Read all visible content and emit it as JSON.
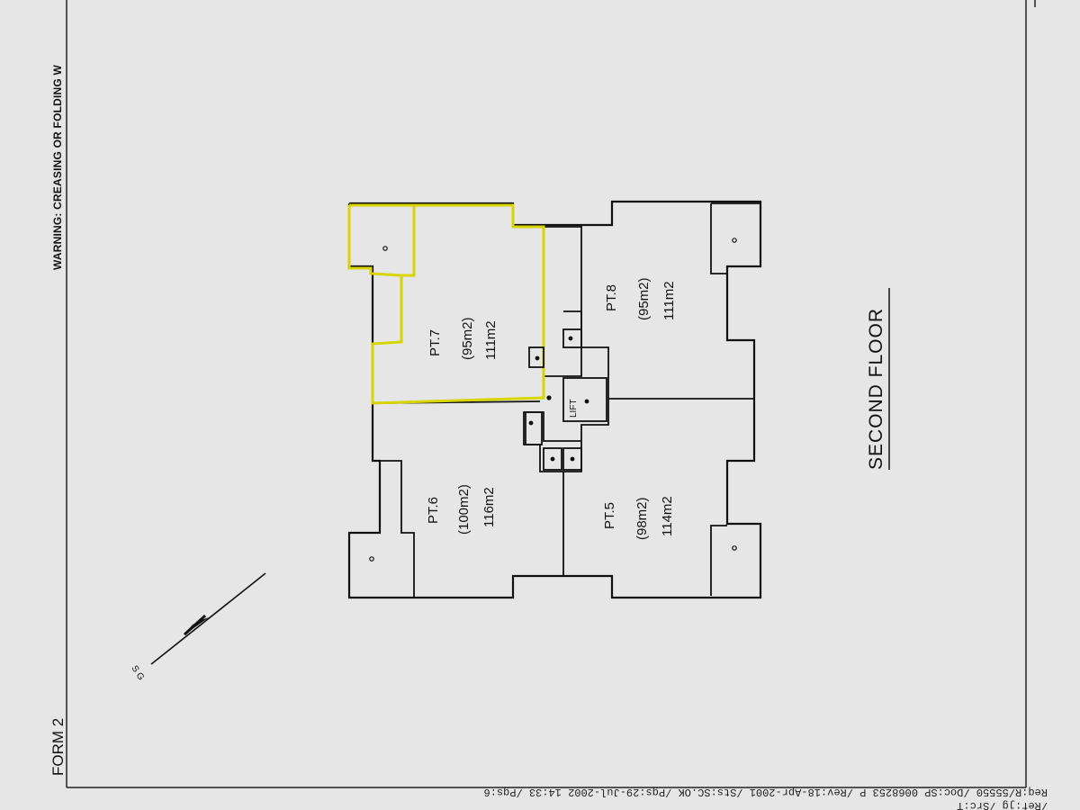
{
  "warning": "WARNING: CREASING OR FOLDING W",
  "form_label": "FORM 2",
  "floor_title": "SECOND FLOOR",
  "lift_label": "LIFT",
  "north_label": "S G",
  "lots": [
    {
      "id": "PT.7",
      "area_main": "(95m2)",
      "area_total": "111m2",
      "highlighted": true
    },
    {
      "id": "PT.8",
      "area_main": "(95m2)",
      "area_total": "111m2",
      "highlighted": false
    },
    {
      "id": "PT.6",
      "area_main": "(100m2)",
      "area_total": "116m2",
      "highlighted": false
    },
    {
      "id": "PT.5",
      "area_main": "(98m2)",
      "area_total": "114m2",
      "highlighted": false
    }
  ],
  "footer_line1": "/Ref:jg /Src:T",
  "footer_line2": "Req:R/55550 /Doc:SP 0068253 P /Rev:18-Apr-2001 /Sts:SC.OK /Pgs:29-Jul-2002 14:33 /Pgs:6",
  "colors": {
    "highlight": "#d7d400",
    "ink": "#111111"
  }
}
